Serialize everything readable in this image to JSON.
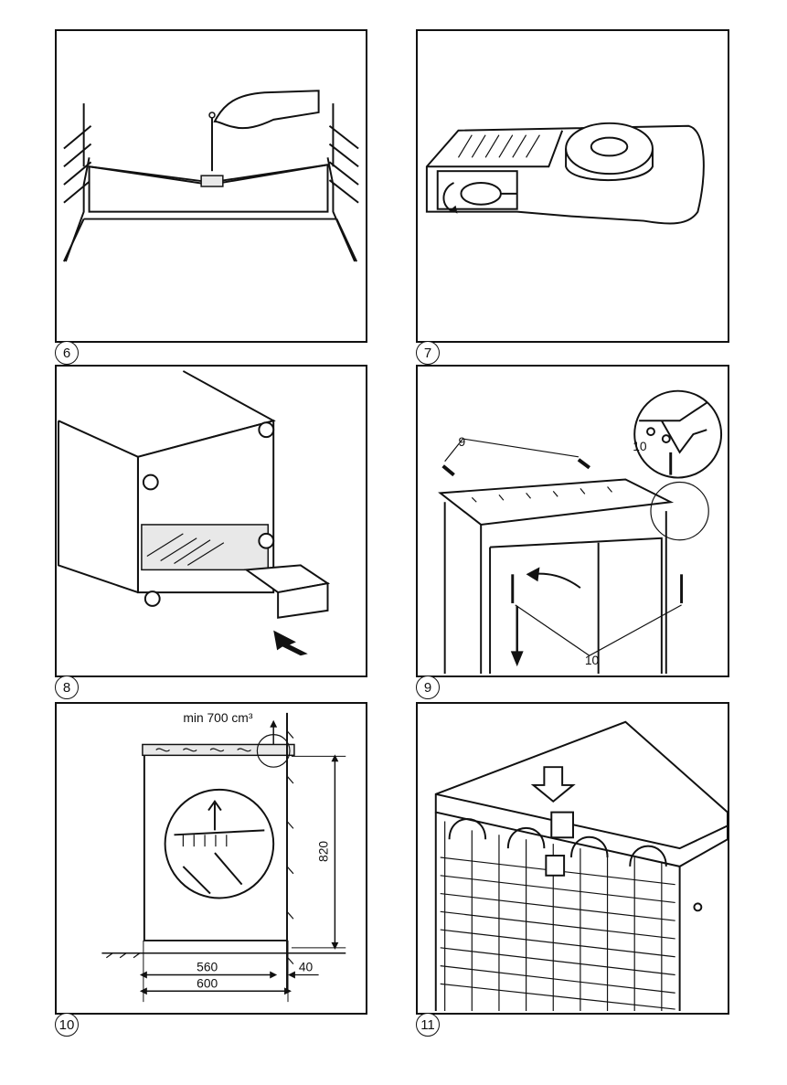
{
  "figures": [
    {
      "number": "6",
      "name": "figure-6"
    },
    {
      "number": "7",
      "name": "figure-7"
    },
    {
      "number": "8",
      "name": "figure-8"
    },
    {
      "number": "9",
      "name": "figure-9"
    },
    {
      "number": "10",
      "name": "figure-10"
    },
    {
      "number": "11",
      "name": "figure-11"
    }
  ],
  "fig9": {
    "screw_label_top": "9",
    "screw_label_bottom": "10",
    "inset_label": "10"
  },
  "fig10": {
    "ventilation": "min 700 cm³",
    "height": "820",
    "inner_width": "560",
    "outer_width": "600",
    "gap": "40"
  }
}
